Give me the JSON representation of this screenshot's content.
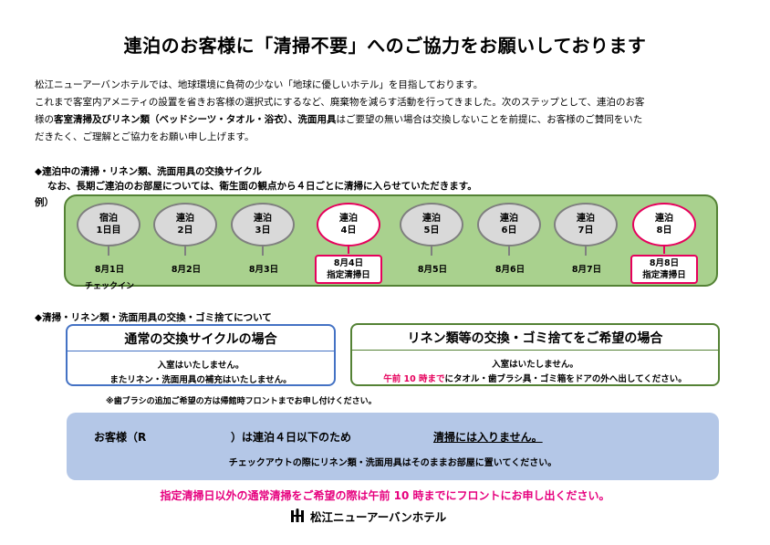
{
  "title": "連泊のお客様に「清掃不要」へのご協力をお願いしております",
  "intro": {
    "line1": "松江ニューアーバンホテルでは、地球環境に負荷の少ない「地球に優しいホテル」を目指しております。",
    "line2a": "これまで客室内アメニティの設置を省きお客様の選択式にするなど、廃棄物を減らす活動を行ってきました。次のステップとして、連泊のお客",
    "line2b_pre": "様の",
    "line2b_bold1": "客室清掃及びリネン類（ベッドシーツ・タオル・浴衣）、洗面用具",
    "line2b_post": "はご要望の無い場合は交換しないことを前提に、お客様のご賛同をいた",
    "line3": "だきたく、ご理解とご協力をお願い申し上げます。"
  },
  "section1": {
    "heading": "◆連泊中の清掃・リネン類、洗面用具の交換サイクル",
    "note": "なお、長期ご連泊のお部屋については、衛生面の観点から４日ごとに清掃に入らせていただきます。",
    "example_label": "例）"
  },
  "cycle": [
    {
      "line1": "宿泊",
      "line2": "1日目",
      "date": "8月1日",
      "sub": "チェックイン",
      "highlight": false
    },
    {
      "line1": "連泊",
      "line2": "2日",
      "date": "8月2日",
      "sub": "",
      "highlight": false
    },
    {
      "line1": "連泊",
      "line2": "3日",
      "date": "8月3日",
      "sub": "",
      "highlight": false
    },
    {
      "line1": "連泊",
      "line2": "4日",
      "date": "8月4日",
      "sub": "指定清掃日",
      "highlight": true
    },
    {
      "line1": "連泊",
      "line2": "5日",
      "date": "8月5日",
      "sub": "",
      "highlight": false
    },
    {
      "line1": "連泊",
      "line2": "6日",
      "date": "8月6日",
      "sub": "",
      "highlight": false
    },
    {
      "line1": "連泊",
      "line2": "7日",
      "date": "8月7日",
      "sub": "",
      "highlight": false
    },
    {
      "line1": "連泊",
      "line2": "8日",
      "date": "8月8日",
      "sub": "指定清掃日",
      "highlight": true
    }
  ],
  "section2": {
    "heading": "◆清掃・リネン類・洗面用具の交換・ゴミ捨てについて",
    "boxA": {
      "title": "通常の交換サイクルの場合",
      "line1": "入室はいたしません。",
      "line2": "またリネン・洗面用具の補充はいたしません。"
    },
    "boxB": {
      "title": "リネン類等の交換・ゴミ捨てをご希望の場合",
      "line1": "入室はいたしません。",
      "line2_red": "午前 10 時まで",
      "line2_rest": "にタオル・歯ブラシ具・ゴミ箱をドアの外へ出してください。"
    },
    "note": "※歯ブラシの追加ご希望の方は帰館時フロントまでお申し付けください。"
  },
  "guest": {
    "prefix": "お客様（R",
    "middle": "）は連泊４日以下のため",
    "underlined": "清掃には入りません。",
    "line2": "チェックアウトの際にリネン類・洗面用具はそのままお部屋に置いてください。"
  },
  "footer": "指定清掃日以外の通常清掃をご希望の際は午前 10 時までにフロントにお申し出ください。",
  "logo": {
    "text": "松江ニューアーバンホテル",
    "icon": "hotel-logo-icon"
  },
  "colors": {
    "accent_red": "#e6005c",
    "green_fill": "#a9d18e",
    "green_border": "#548235",
    "blue_border": "#4472c4",
    "guest_fill": "#b4c7e7"
  }
}
